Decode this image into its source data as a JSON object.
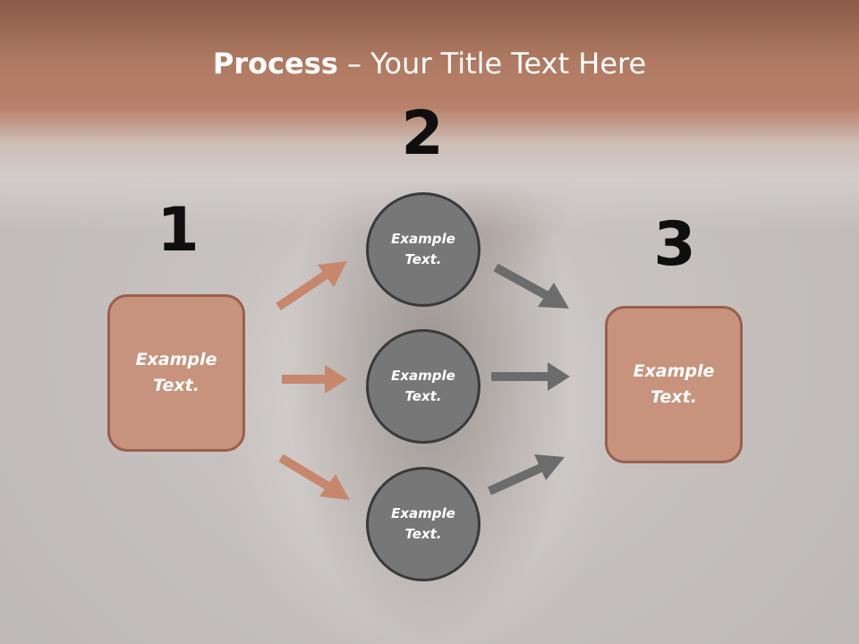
{
  "title": {
    "bold": "Process",
    "rest": " – Your Title Text Here"
  },
  "steps": [
    {
      "number": "1"
    },
    {
      "number": "2"
    },
    {
      "number": "3"
    }
  ],
  "left_box": {
    "text": "Example Text."
  },
  "circles": [
    {
      "text": "Example Text."
    },
    {
      "text": "Example Text."
    },
    {
      "text": "Example Text."
    }
  ],
  "right_box": {
    "text": "Example Text."
  },
  "colors": {
    "box_fill": "#c7937d",
    "box_border": "#9a5f4d",
    "circle_fill": "#777777",
    "circle_border": "#3a3a3a",
    "arrow_left": "#c7876d",
    "arrow_right": "#6c6c6c",
    "header": "#b07a62"
  }
}
